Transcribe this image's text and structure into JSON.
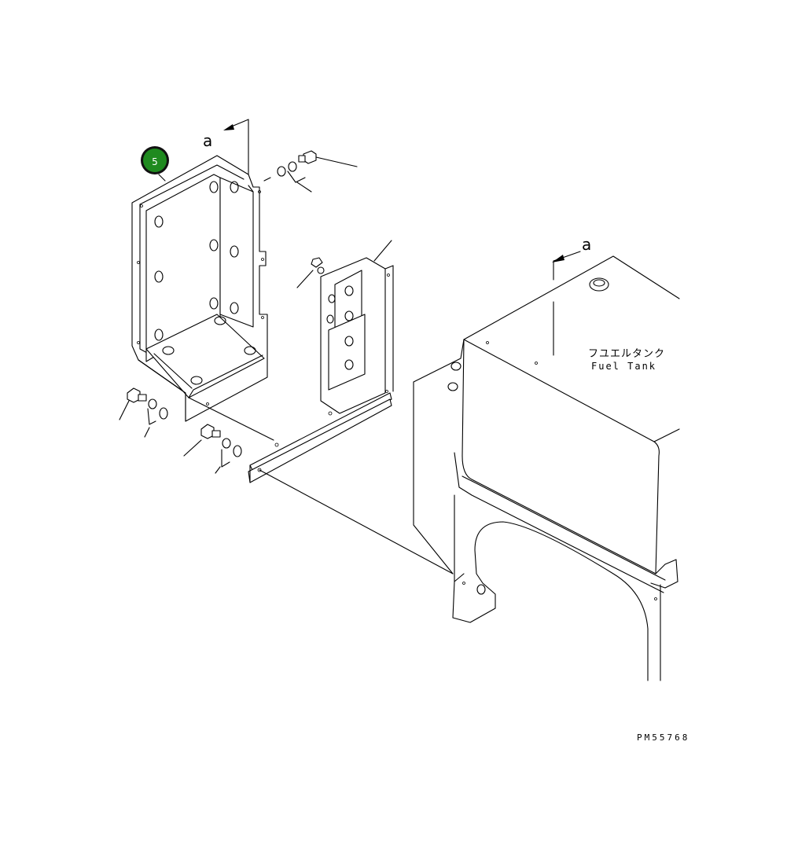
{
  "diagram": {
    "view_markers": [
      "a",
      "a"
    ],
    "callout_number": "5",
    "callout_color": "#1f8a1f",
    "label_jp": "フユエルタンク",
    "label_en": "Fuel Tank",
    "drawing_code": "PM55768"
  }
}
